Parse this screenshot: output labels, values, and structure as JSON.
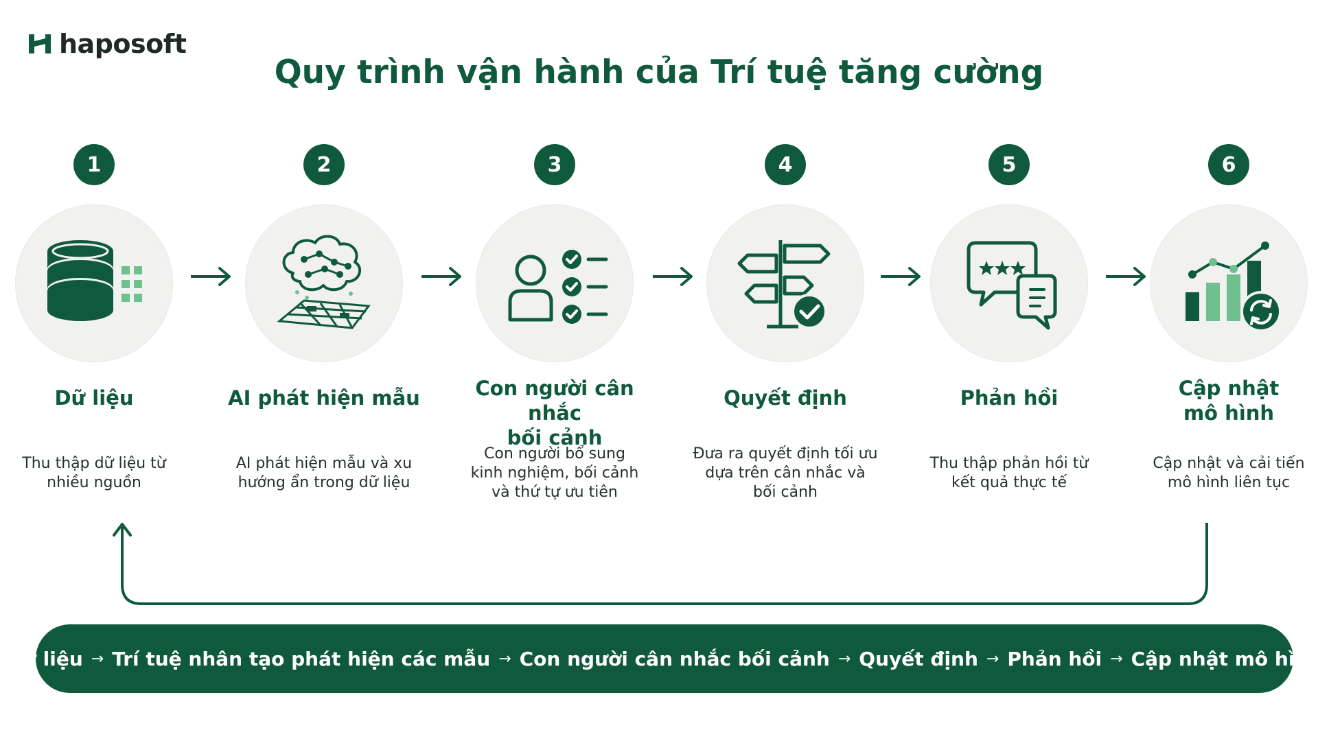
{
  "brand": {
    "name": "haposoft"
  },
  "title": "Quy trình vận hành của Trí tuệ tăng cường",
  "colors": {
    "primary": "#0f5a3c",
    "light": "#6fbf8f",
    "circle_bg": "#f1f1ef"
  },
  "steps": [
    {
      "number": "1",
      "icon": "database-icon",
      "title_lines": [
        "Dữ liệu",
        ""
      ],
      "desc_lines": [
        "Thu thập dữ liệu từ",
        "nhiều nguồn",
        ""
      ]
    },
    {
      "number": "2",
      "icon": "brain-pattern-icon",
      "title_lines": [
        "AI phát hiện mẫu",
        ""
      ],
      "desc_lines": [
        "AI phát hiện mẫu và xu",
        "hướng ẩn trong dữ liệu",
        ""
      ]
    },
    {
      "number": "3",
      "icon": "person-checklist-icon",
      "title_lines": [
        "Con người cân nhắc",
        "bối cảnh"
      ],
      "desc_lines": [
        "Con người bổ sung",
        "kinh nghiệm, bối cảnh",
        "và thứ tự ưu tiên"
      ]
    },
    {
      "number": "4",
      "icon": "signpost-check-icon",
      "title_lines": [
        "Quyết định",
        ""
      ],
      "desc_lines": [
        "Đưa ra quyết định tối ưu",
        "dựa trên cân nhắc và",
        "bối cảnh"
      ]
    },
    {
      "number": "5",
      "icon": "feedback-chat-icon",
      "title_lines": [
        "Phản hồi",
        ""
      ],
      "desc_lines": [
        "Thu thập phản hồi từ",
        "kết quả thực tế",
        ""
      ]
    },
    {
      "number": "6",
      "icon": "chart-update-icon",
      "title_lines": [
        "Cập nhật",
        "mô hình"
      ],
      "desc_lines": [
        "Cập nhật và cải tiến",
        "mô hình liên tục",
        ""
      ]
    }
  ],
  "summary": {
    "separator": "→",
    "items": [
      "Dữ liệu",
      "Trí tuệ nhân tạo phát hiện các mẫu",
      "Con người cân nhắc bối cảnh",
      "Quyết định",
      "Phản hồi",
      "Cập nhật mô hình"
    ]
  }
}
